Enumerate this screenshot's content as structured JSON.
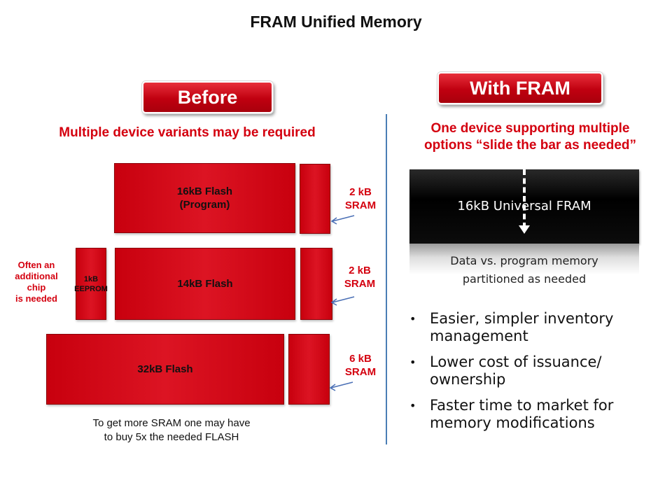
{
  "title": "FRAM Unified Memory",
  "before": {
    "label": "Before",
    "subtitle": "Multiple device variants may be required",
    "blocks": {
      "row1_flash": "16kB Flash\n(Program)",
      "row2_eeprom": "1kB\nEEPROM",
      "row2_flash": "14kB Flash",
      "row3_flash": "32kB Flash"
    },
    "sram_labels": [
      "2 kB\nSRAM",
      "2 kB\nSRAM",
      "6 kB\nSRAM"
    ],
    "side_note": "Often an\nadditional\nchip\nis needed",
    "bottom_note": "To get more SRAM one may have\nto buy 5x the needed FLASH"
  },
  "with_fram": {
    "label": "With FRAM",
    "subtitle": "One device supporting multiple\noptions “slide the bar as needed”",
    "memory_label": "16kB Universal FRAM",
    "caption": "Data vs. program memory\npartitioned as needed",
    "bullets": [
      "Easier, simpler inventory management",
      "Lower cost of issuance/ ownership",
      "Faster time to market for memory modifications"
    ]
  },
  "colors": {
    "accent_red": "#d4000f",
    "block_red": "#dc1423",
    "divider_blue": "#4a7eb5",
    "fram_black": "#000000"
  }
}
